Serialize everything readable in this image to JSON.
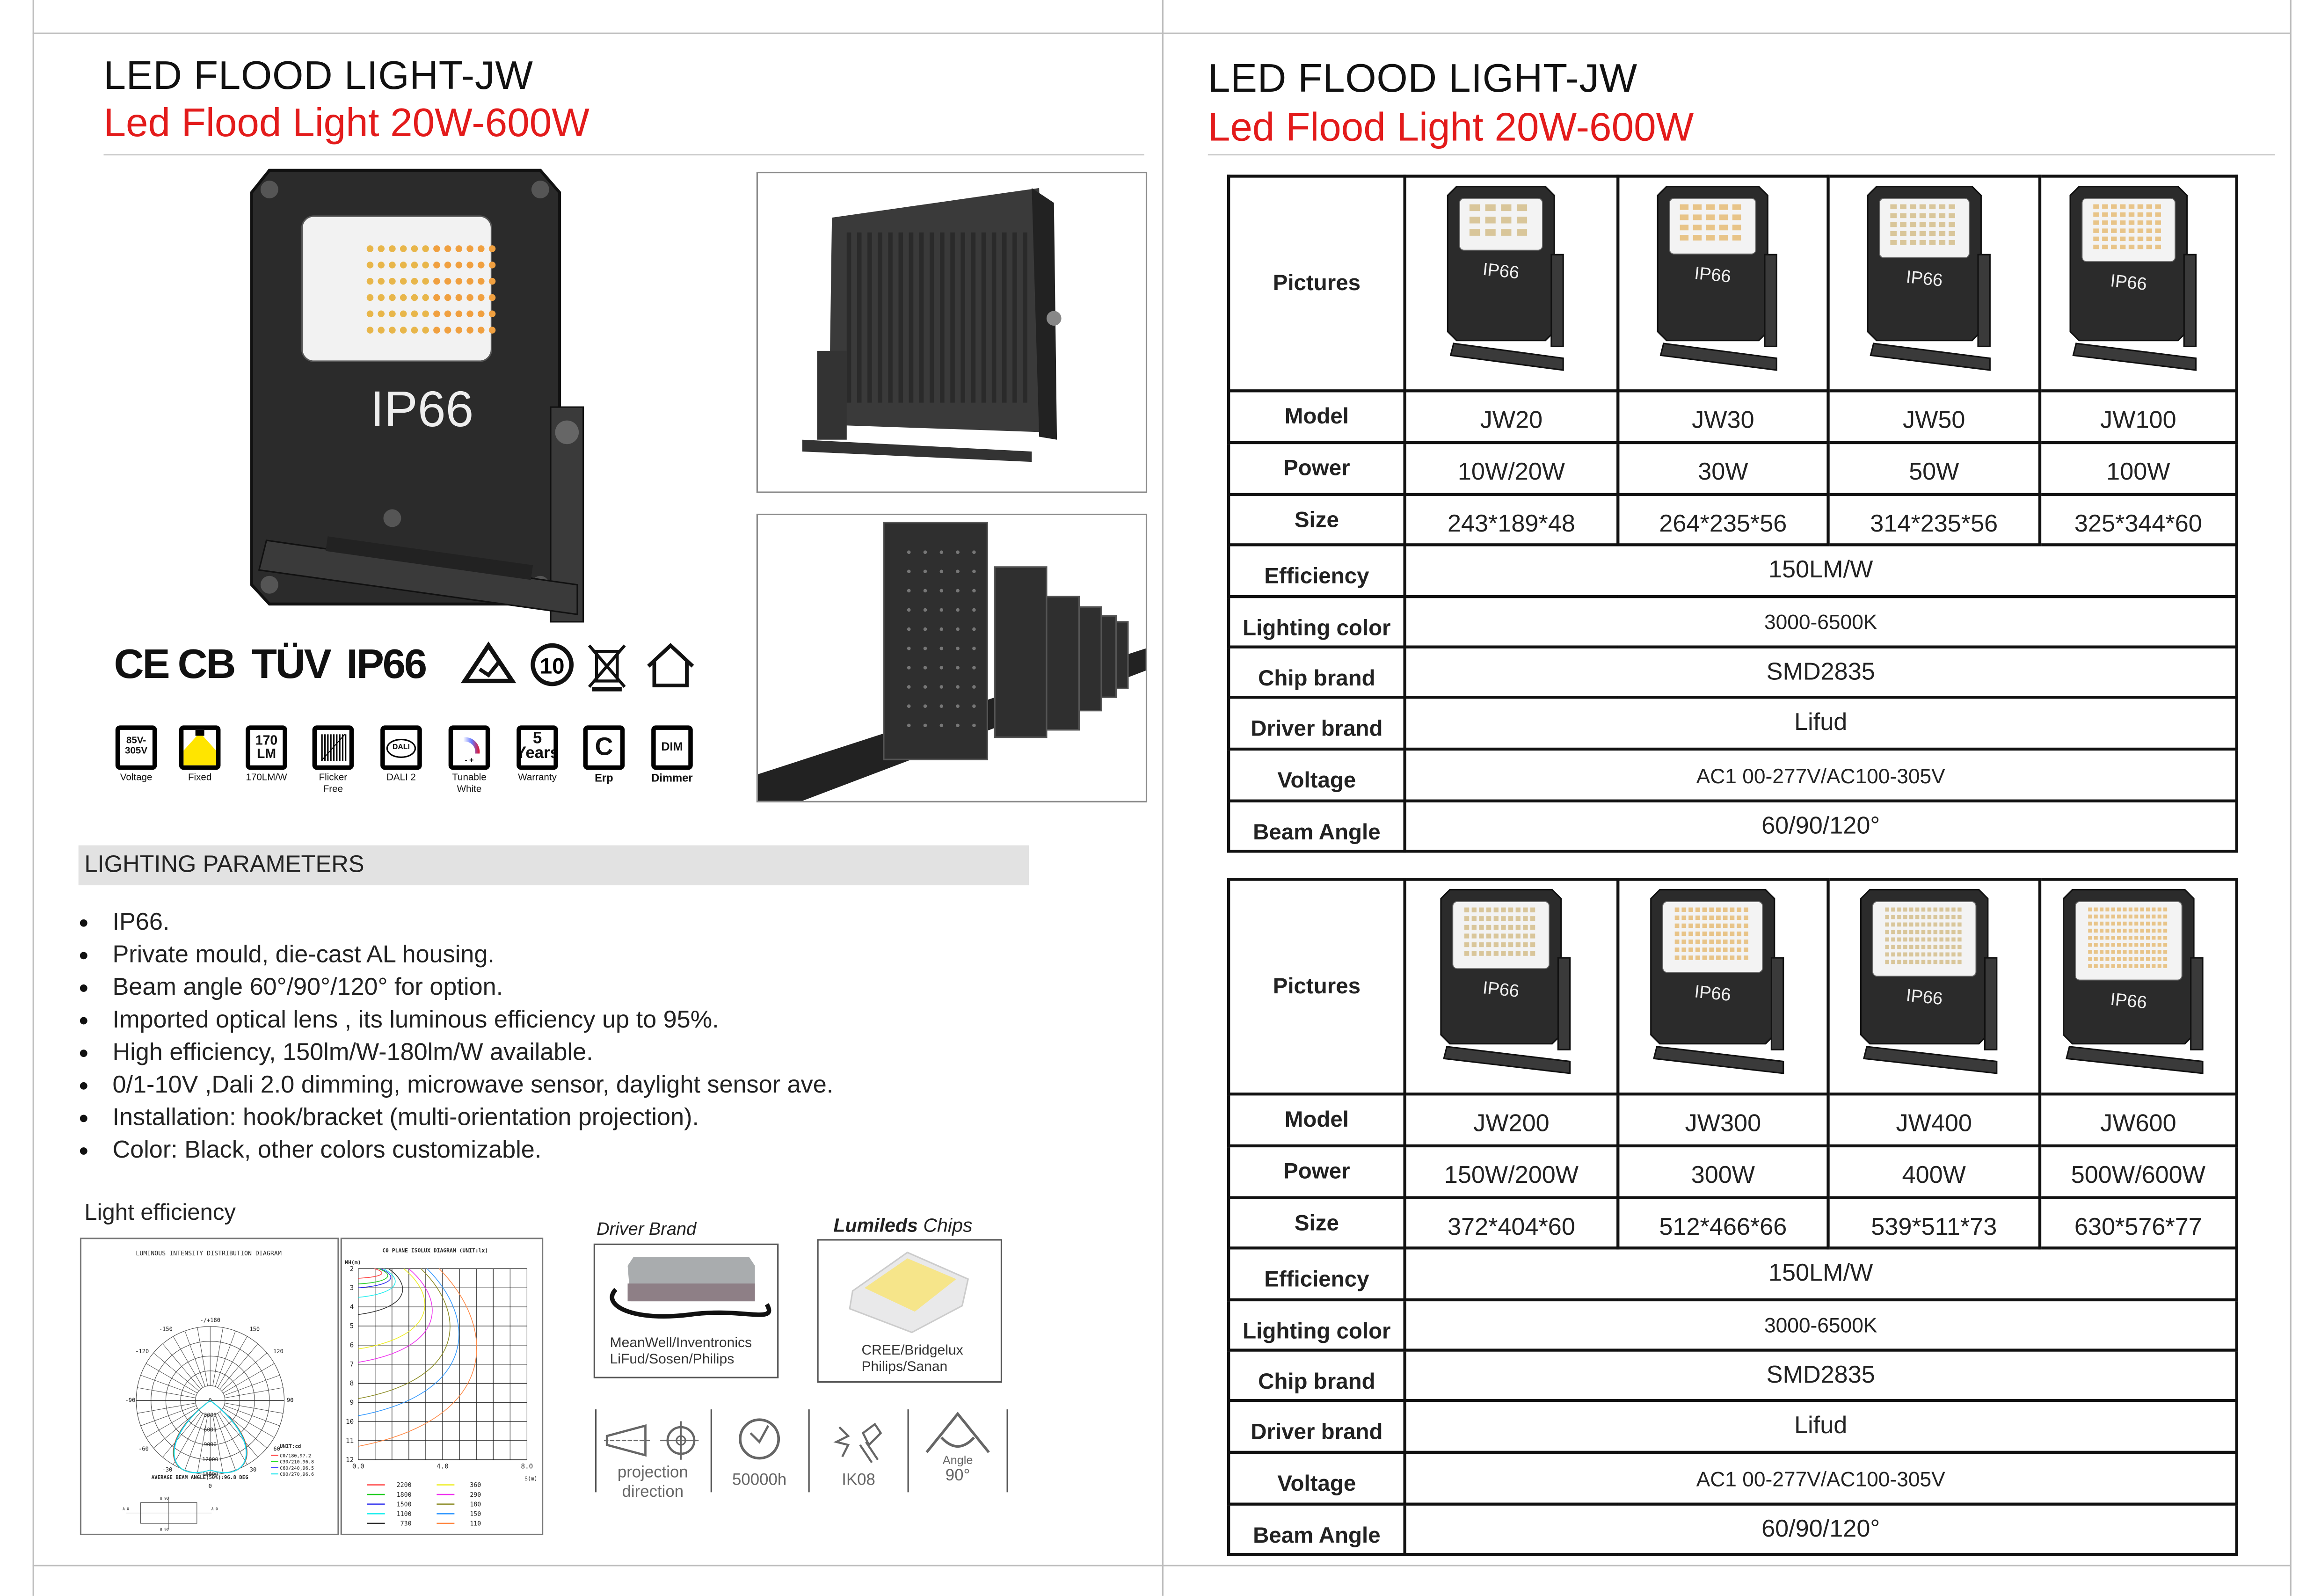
{
  "left": {
    "title": "LED FLOOD LIGHT-JW",
    "subtitle": "Led Flood Light 20W-600W",
    "product_label": "IP66",
    "certifications": [
      "CE",
      "CB",
      "TÜV",
      "IP66"
    ],
    "cert_icons": [
      "recycle-triangle-icon",
      "ten-year-icon",
      "weee-bin-icon",
      "home-icon"
    ],
    "cert_ten_label": "10",
    "feature_icons": [
      {
        "icon": "voltage-icon",
        "text": "85V-\n305V",
        "label": "Voltage"
      },
      {
        "icon": "fixed-beam-icon",
        "text": "",
        "label": "Fixed"
      },
      {
        "icon": "lumen-icon",
        "text": "170\nLM",
        "label": "170LM/W"
      },
      {
        "icon": "flicker-free-icon",
        "text": "",
        "label": "Flicker\nFree"
      },
      {
        "icon": "dali-icon",
        "text": "DALI",
        "label": "DALI 2"
      },
      {
        "icon": "tunable-white-icon",
        "text": "- +",
        "label": "Tunable\nWhite"
      },
      {
        "icon": "warranty-icon",
        "text": "5\nYears",
        "label": "Warranty"
      },
      {
        "icon": "erp-icon",
        "text": "C",
        "label": "Erp"
      },
      {
        "icon": "dimmer-icon",
        "text": "DIM",
        "label": "Dimmer"
      }
    ],
    "params_header": "LIGHTING PARAMETERS",
    "bullets": [
      "IP66.",
      "Private mould, die-cast AL housing.",
      "Beam angle 60°/90°/120° for option.",
      "Imported optical lens , its luminous efficiency up to 95%.",
      "High efficiency, 150lm/W-180lm/W available.",
      "0/1-10V ,Dali 2.0 dimming, microwave sensor, daylight sensor ave.",
      "Installation: hook/bracket (multi-orientation projection).",
      "Color: Black, other colors customizable."
    ],
    "light_efficiency_label": "Light efficiency",
    "polar_diagram": {
      "title": "LUMINOUS INTENSITY DISTRIBUTION DIAGRAM",
      "angle_labels": [
        "-/+180",
        "-150",
        "150",
        "-120",
        "120",
        "-90",
        "90",
        "-60",
        "60",
        "-30",
        "30",
        "0"
      ],
      "ring_labels": [
        "0",
        "3000",
        "6000",
        "9000",
        "12000",
        "15000"
      ],
      "unit": "UNIT:cd",
      "legend": [
        {
          "name": "C0/180,97.2",
          "color": "#ff3b3b"
        },
        {
          "name": "C30/210,96.8",
          "color": "#22dd22"
        },
        {
          "name": "C60/240,96.5",
          "color": "#3b3bff"
        },
        {
          "name": "C90/270,96.6",
          "color": "#22e5ee"
        }
      ],
      "beam_angle_text": "AVERAGE BEAM ANGLE(50%):96.8 DEG",
      "mini_labels": [
        "B 90",
        "A 0",
        "A 0",
        "B 90"
      ]
    },
    "isolux_diagram": {
      "title": "C0 PLANE ISOLUX DIAGRAM (UNIT:lx)",
      "y_label": "MH(m)",
      "x_label": "S(m)",
      "y_ticks": [
        "2",
        "3",
        "4",
        "5",
        "6",
        "7",
        "8",
        "9",
        "10",
        "11",
        "12"
      ],
      "x_ticks": [
        "0.0",
        "4.0",
        "8.0"
      ],
      "legend": [
        {
          "value": "2200",
          "color": "#ff4444"
        },
        {
          "value": "1800",
          "color": "#22cc22"
        },
        {
          "value": "1500",
          "color": "#3333ee"
        },
        {
          "value": "1100",
          "color": "#22eeee"
        },
        {
          "value": "730",
          "color": "#333333"
        },
        {
          "value": "360",
          "color": "#eeee22"
        },
        {
          "value": "290",
          "color": "#ee33ee"
        },
        {
          "value": "180",
          "color": "#8a8a22"
        },
        {
          "value": "150",
          "color": "#3399ff"
        },
        {
          "value": "110",
          "color": "#ff8844"
        }
      ]
    },
    "driver": {
      "heading": "Driver Brand",
      "lines": [
        "MeanWell/Inventronics",
        "LiFud/Sosen/Philips"
      ]
    },
    "chips": {
      "heading_bold": "Lumileds",
      "heading_rest": " Chips",
      "lines": [
        "CREE/Bridgelux",
        "Philips/Sanan"
      ]
    },
    "bottom_icons": [
      {
        "icon": "projection-direction-icon",
        "label": "projection\ndirection"
      },
      {
        "icon": "clock-icon",
        "label": "50000h"
      },
      {
        "icon": "impact-hammer-icon",
        "label": "IK08"
      },
      {
        "icon": "angle-icon",
        "sub": "Angle",
        "label": "90°"
      }
    ]
  },
  "right": {
    "title": "LED FLOOD LIGHT-JW",
    "subtitle": "Led Flood Light 20W-600W",
    "row_labels": [
      "Pictures",
      "Model",
      "Power",
      "Size",
      "Efficiency",
      "Lighting color",
      "Chip brand",
      "Driver brand",
      "Voltage",
      "Beam Angle"
    ],
    "shared": {
      "efficiency": "150LM/W",
      "lighting_color": "3000-6500K",
      "chip_brand": "SMD2835",
      "driver_brand": "Lifud",
      "voltage": "AC1 00-277V/AC100-305V",
      "beam_angle": "60/90/120°"
    },
    "picture_label": "IP66",
    "tables": [
      {
        "models": [
          "JW20",
          "JW30",
          "JW50",
          "JW100"
        ],
        "power": [
          "10W/20W",
          "30W",
          "50W",
          "100W"
        ],
        "size": [
          "243*189*48",
          "264*235*56",
          "314*235*56",
          "325*344*60"
        ]
      },
      {
        "models": [
          "JW200",
          "JW300",
          "JW400",
          "JW600"
        ],
        "power": [
          "150W/200W",
          "300W",
          "400W",
          "500W/600W"
        ],
        "size": [
          "372*404*60",
          "512*466*66",
          "539*511*73",
          "630*576*77"
        ]
      }
    ]
  },
  "colors": {
    "accent_red": "#e31b1b",
    "param_bar": "#e2e2e2",
    "housing": "#2b2b2b"
  }
}
